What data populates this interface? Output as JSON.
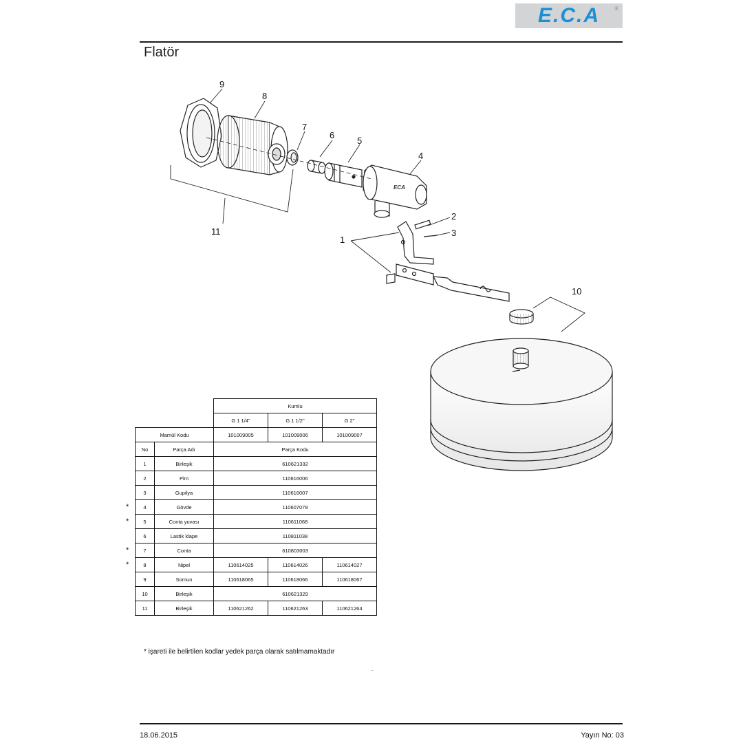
{
  "logo": {
    "text": "E.C.A",
    "reg": "®"
  },
  "title": "Flatör",
  "callouts": [
    "1",
    "2",
    "3",
    "4",
    "5",
    "6",
    "7",
    "8",
    "9",
    "10",
    "11"
  ],
  "table": {
    "group_header": "Kumlu",
    "sizes": [
      "G 1 1/4\"",
      "G 1 1/2\"",
      "G 2\""
    ],
    "product_code_label": "Mamül Kodu",
    "product_codes": [
      "101009005",
      "101009006",
      "101009007"
    ],
    "col_no": "No",
    "col_name": "Parça Adı",
    "col_code": "Parça Kodu",
    "rows": [
      {
        "no": "1",
        "name": "Birleşik",
        "codes": [
          "610621332"
        ]
      },
      {
        "no": "2",
        "name": "Pim",
        "codes": [
          "110616006"
        ]
      },
      {
        "no": "3",
        "name": "Gupilya",
        "codes": [
          "110616007"
        ]
      },
      {
        "no": "4",
        "name": "Gövde",
        "codes": [
          "110607078"
        ],
        "star": true
      },
      {
        "no": "5",
        "name": "Conta yuvası",
        "codes": [
          "110611068"
        ],
        "star": true
      },
      {
        "no": "6",
        "name": "Lastik klape",
        "codes": [
          "110811038"
        ]
      },
      {
        "no": "7",
        "name": "Conta",
        "codes": [
          "610803003"
        ],
        "star": true
      },
      {
        "no": "8",
        "name": "Nipel",
        "codes": [
          "110614025",
          "110614026",
          "110614027"
        ],
        "star": true
      },
      {
        "no": "9",
        "name": "Somun",
        "codes": [
          "110618065",
          "110618066",
          "110618067"
        ]
      },
      {
        "no": "10",
        "name": "Birleşik",
        "codes": [
          "610621329"
        ]
      },
      {
        "no": "11",
        "name": "Birleşik",
        "codes": [
          "110621262",
          "110621263",
          "110621264"
        ]
      }
    ]
  },
  "star_symbol": "*",
  "footnote": "* işareti ile belirtilen kodlar yedek parça olarak satılmamaktadır",
  "footer": {
    "date": "18.06.2015",
    "publication": "Yayın No: 03"
  }
}
